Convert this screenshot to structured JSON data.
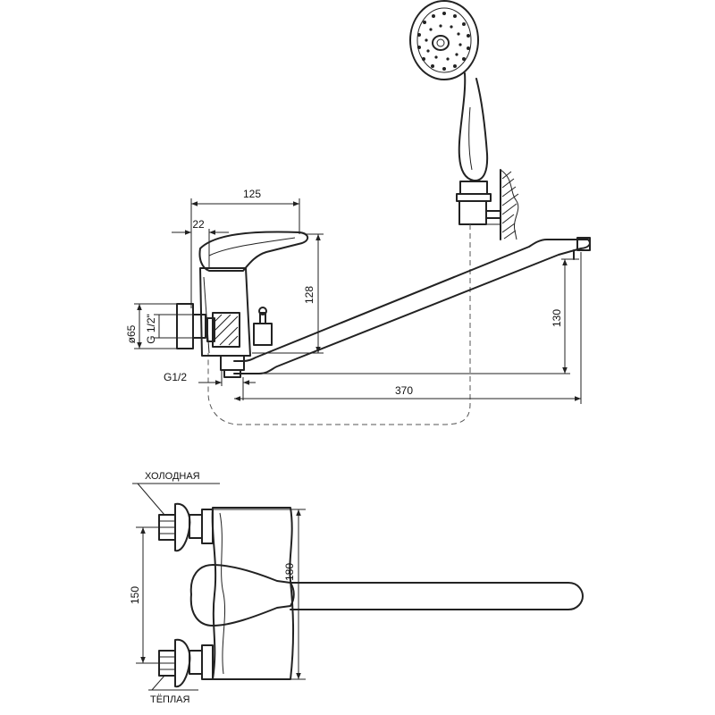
{
  "dimensions": {
    "d125": "125",
    "d22": "22",
    "d128": "128",
    "d65": "ø65",
    "g12": "G 1/2\"",
    "g12b": "G1/2",
    "d370": "370",
    "d130": "130",
    "d150": "150",
    "d180": "180"
  },
  "labels": {
    "cold": "ХОЛОДНАЯ",
    "warm": "ТЁПЛАЯ"
  },
  "colors": {
    "line": "#222222",
    "background": "#ffffff"
  }
}
